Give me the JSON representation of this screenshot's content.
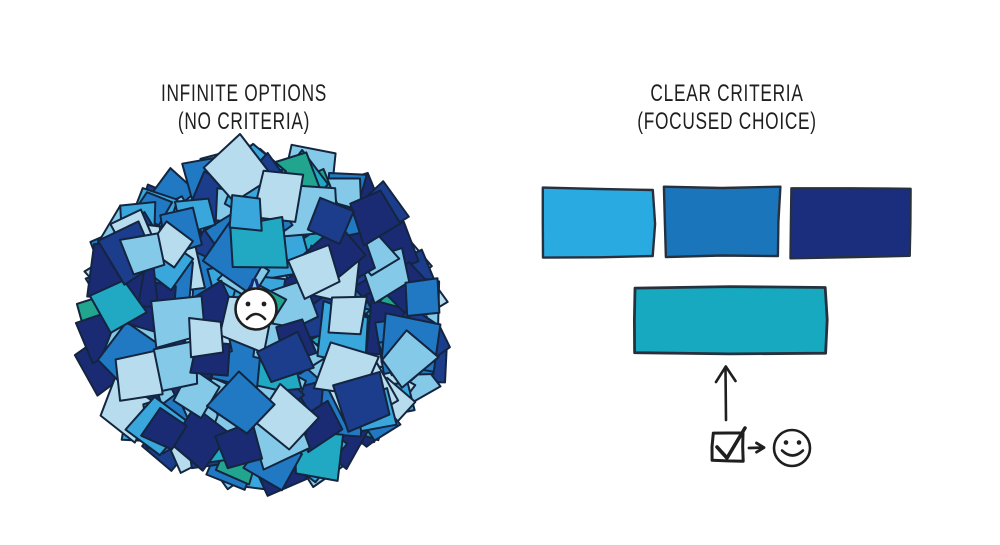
{
  "background_color": "#ffffff",
  "ink_color": "#1f1f1f",
  "left_panel": {
    "title_line1": "INFINITE OPTIONS",
    "title_line2": "(NO CRITERIA)",
    "face_icon": "sad-face-icon",
    "pile": {
      "square_count": 330,
      "outline_color": "#13253f",
      "palette": [
        {
          "name": "pale-blue",
          "color": "#b7dcee",
          "weight": 2
        },
        {
          "name": "light-blue",
          "color": "#85c9e8",
          "weight": 3
        },
        {
          "name": "cyan-blue",
          "color": "#3aa7dc",
          "weight": 3
        },
        {
          "name": "medium-blue",
          "color": "#2079c2",
          "weight": 3
        },
        {
          "name": "navy-blue",
          "color": "#1c3c8c",
          "weight": 2
        },
        {
          "name": "deep-navy",
          "color": "#1a2b74",
          "weight": 2
        },
        {
          "name": "teal",
          "color": "#21a8c2",
          "weight": 1.4
        },
        {
          "name": "green-teal",
          "color": "#22a58f",
          "weight": 0.5
        }
      ]
    }
  },
  "right_panel": {
    "title_line1": "CLEAR CRITERIA",
    "title_line2": "(FOCUSED CHOICE)",
    "option_swatches": [
      {
        "name": "light-blue-option",
        "color": "#29abe2"
      },
      {
        "name": "medium-blue-option",
        "color": "#1b75bb"
      },
      {
        "name": "dark-navy-option",
        "color": "#1b2e7e"
      }
    ],
    "selected_swatch": {
      "name": "teal-selected-option",
      "color": "#17a9c0"
    },
    "icons": {
      "up_arrow": "up-arrow-icon",
      "checkbox": "checkbox-checked-icon",
      "right_arrow": "right-arrow-icon",
      "face": "happy-face-icon"
    }
  }
}
